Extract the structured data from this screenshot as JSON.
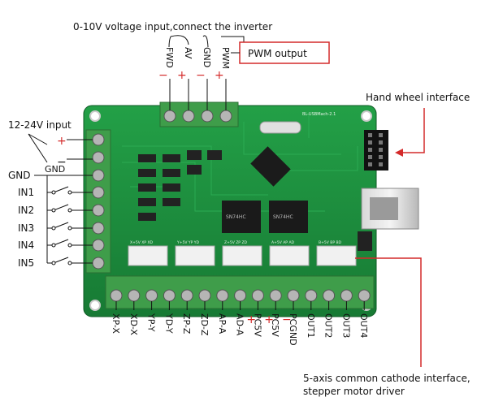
{
  "top_caption": "0-10V voltage input,connect the inverter",
  "pwm_output_label": "PWM output",
  "top_terminals": [
    "FWD",
    "AV",
    "GND",
    "PWM"
  ],
  "top_polarity": [
    "−",
    "+",
    "−",
    "+"
  ],
  "hand_wheel_label": "Hand wheel interface",
  "power_input_label": "12-24V input",
  "power_plus": "+",
  "power_minus": "−",
  "power_gnd": "GND",
  "left_gnd": "GND",
  "left_inputs": [
    "IN1",
    "IN2",
    "IN3",
    "IN4",
    "IN5"
  ],
  "bottom_terminals": [
    "XP-X",
    "XD-X",
    "YP-Y",
    "YD-Y",
    "ZP-Z",
    "ZD-Z",
    "AP-A",
    "AD-A",
    "PC5V",
    "PC5V",
    "PCGND",
    "OUT1",
    "OUT2",
    "OUT3",
    "OUT4"
  ],
  "bottom_polarity": [
    "+",
    "+",
    "−"
  ],
  "motor_label_line1": "5-axis common cathode interface,",
  "motor_label_line2": "stepper motor driver",
  "board_silk": {
    "model": "BL-USBMach-2.1",
    "sections": [
      "X+5V XP XD",
      "Y+5V YP YD",
      "Z+5V ZP ZD",
      "A+5V AP AD",
      "B+5V BP BD"
    ],
    "chip_text": "SN74HC"
  },
  "colors": {
    "board": "#1c8a3c",
    "terminal": "#3f9d4a",
    "callout_red": "#d42a2a",
    "pwm_box_border": "#d42a2a"
  }
}
